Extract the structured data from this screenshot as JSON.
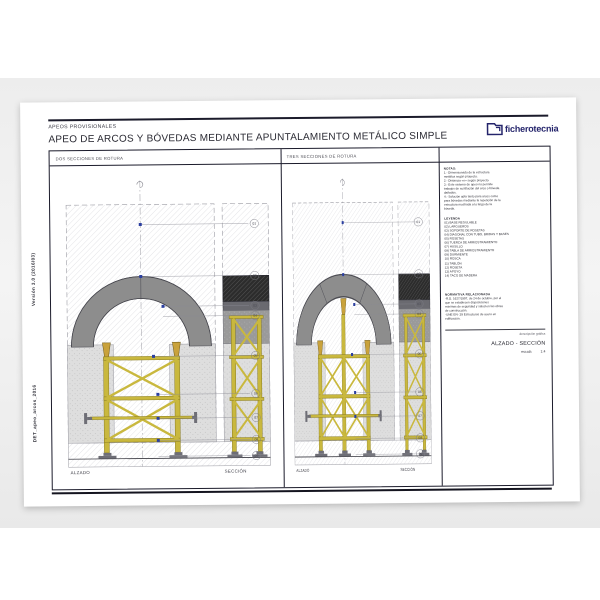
{
  "sheet": {
    "eyebrow": "APEOS PROVISIONALES",
    "title": "APEO DE ARCOS Y BÓVEDAS MEDIANTE APUNTALAMIENTO METÁLICO SIMPLE",
    "logo_text": "ficherotecnia",
    "logo_icon": "folder-logo-icon",
    "version_text": "Versión  3.0  (2016/03)",
    "file_code": "DET_apeo_arcos_2016"
  },
  "panels": [
    {
      "caption": "DOS SECCIONES DE ROTURA",
      "view_left": "ALZADO",
      "view_right": "SECCIÓN",
      "arch_segments": 2
    },
    {
      "caption": "TRES SECCIONES DE ROTURA",
      "view_left": "ALZADO",
      "view_right": "SECCIÓN",
      "arch_segments": 3
    }
  ],
  "callouts": [
    "01",
    "02",
    "03",
    "04",
    "05",
    "06",
    "07",
    "08",
    "09"
  ],
  "notes": {
    "heading": "NOTAS:",
    "lines": [
      "1.- Dimensionado de la estructura",
      "metálica según proyecto.",
      "2.- Distancia «e» según proyecto.",
      "3.- Este sistema de apeo no permite",
      "trabajos de sustitución del arco o bóveda",
      "dañados.",
      "4.- Solución apta tanto para arcos como",
      "para bóvedas mediante la repetición de la",
      "estructura mostrada  a lo largo de la",
      "bóveda."
    ]
  },
  "legend": {
    "heading": "LEYENDA",
    "items": [
      "01) BASE REGULABLE",
      "02) LARGUEROS",
      "03) SOPORTE DE ROSETAS",
      "04) DIAGONAL CON TUBO, BRIDAS Y BASES",
      "05) ROSETAS",
      "06) TUERCA DE ARRIOSTRAMIENTO",
      "07) HUSILLO",
      "08) TABLA DE ARRIOSTRAMIENTO",
      "09) DURMIENTE",
      "10) ROSCA",
      "11) TABLÓN",
      "12) ROSETA",
      "13) APOYO",
      "14) TACO DE MADERA"
    ]
  },
  "regulation": {
    "heading": "NORMATIVA RELACIONADA",
    "lines": [
      "-R.D. 1627/1997, de 24 de octubre, por el",
      "que se establecen disposiciones",
      "mínimas de seguridad y salud en las obras",
      "de construcción.",
      "-UNE EN- 39 Estructuras de acero en",
      "edificación."
    ]
  },
  "titleblock": {
    "description_label": "descripción gráfica",
    "description": "ALZADO - SECCIÓN",
    "scale_label": "escala",
    "scale_value": "1:4"
  },
  "colors": {
    "scaffold": "#c9b83e",
    "masonry": "#8d8d8d",
    "concrete": "#d9d9d9",
    "dark_fill": "#2c2c2c",
    "ink": "#1b1b2b",
    "marker_blue": "#2b3fa0",
    "logo_blue": "#24246b"
  }
}
